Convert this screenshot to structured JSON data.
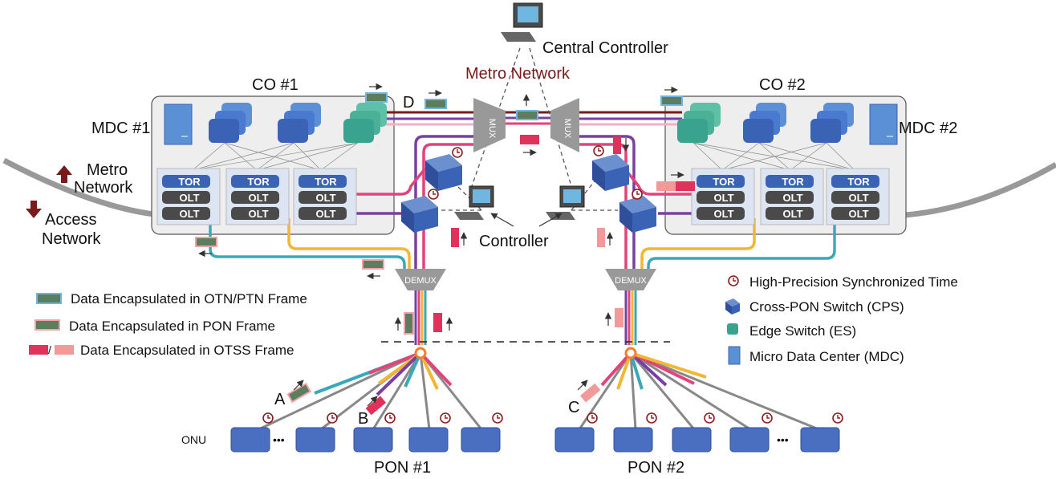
{
  "labels": {
    "central_controller": "Central Controller",
    "metro_network_title": "Metro Network",
    "co1": "CO #1",
    "co2": "CO #2",
    "mdc1": "MDC #1",
    "mdc2": "MDC #2",
    "metro": "Metro",
    "network": "Network",
    "access": "Access",
    "access_network": "Network",
    "controller": "Controller",
    "pon1": "PON #1",
    "pon2": "PON #2",
    "onu": "ONU",
    "demux": "DEMUX",
    "mux": "MUX",
    "tor": "TOR",
    "olt": "OLT",
    "point_a": "A",
    "point_b": "B",
    "point_c": "C",
    "point_d": "D",
    "dots": "•••"
  },
  "legend_left": [
    {
      "text": "Data Encapsulated in OTN/PTN Frame"
    },
    {
      "text": "Data Encapsulated in PON Frame"
    },
    {
      "text": "Data Encapsulated in OTSS Frame"
    }
  ],
  "legend_right": [
    {
      "text": "High-Precision Synchronized Time",
      "icon": "clock-icon"
    },
    {
      "text": "Cross-PON Switch (CPS)",
      "icon": "cps-switch-icon"
    },
    {
      "text": "Edge Switch (ES)",
      "icon": "edge-switch-icon"
    },
    {
      "text": "Micro Data Center (MDC)",
      "icon": "mdc-server-icon"
    }
  ],
  "colors": {
    "otn_frame": "#5b7f5e",
    "otn_border": "#6fb6e0",
    "pon_frame": "#5b7f5e",
    "pon_border": "#f2a3a8",
    "otss_dark": "#e0335b",
    "otss_light": "#f29a9a",
    "fiber_pink": "#e4427a",
    "fiber_purple": "#7a3fa3",
    "fiber_yellow": "#f2b632",
    "fiber_teal": "#3aa8b8",
    "fiber_brown": "#7a1a1a",
    "onu_blue": "#4a6fc0",
    "switch_blue": "#3b63b5",
    "edge_teal": "#3aa38f",
    "dark_box": "#4a4a4a"
  }
}
